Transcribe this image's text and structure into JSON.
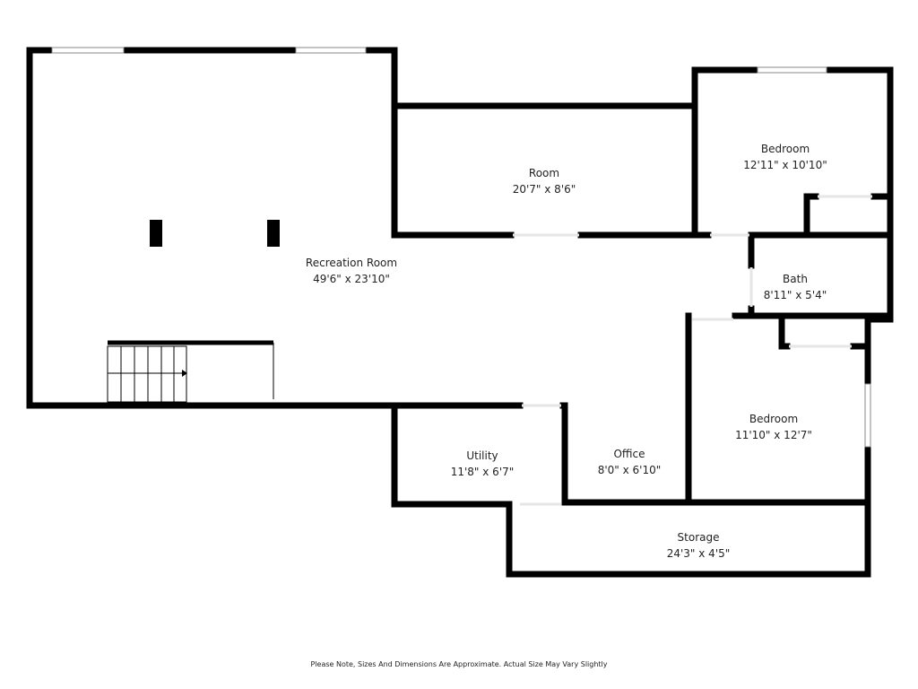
{
  "rooms": [
    {
      "name": "Recreation Room",
      "size": "49'6\" x 23'10\""
    },
    {
      "name": "Room",
      "size": "20'7\" x 8'6\""
    },
    {
      "name": "Bedroom",
      "size": "12'11\" x 10'10\""
    },
    {
      "name": "Bath",
      "size": "8'11\" x 5'4\""
    },
    {
      "name": "Bedroom",
      "size": "11'10\" x 12'7\""
    },
    {
      "name": "Utility",
      "size": "11'8\" x 6'7\""
    },
    {
      "name": "Office",
      "size": "8'0\" x 6'10\""
    },
    {
      "name": "Storage",
      "size": "24'3\" x 4'5\""
    }
  ],
  "note": "Please Note, Sizes And Dimensions Are Approximate. Actual Size May Vary Slightly",
  "colors": {
    "wall": "#000000",
    "background": "#ffffff"
  }
}
